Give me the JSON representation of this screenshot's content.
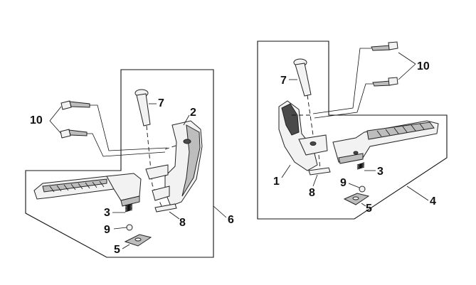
{
  "diagram": {
    "left_assembly": {
      "callouts": {
        "bolt": "10",
        "pin": "7",
        "bracket": "2",
        "spring": "3",
        "ball": "9",
        "plate": "5",
        "washer": "8",
        "assembly": "6"
      }
    },
    "right_assembly": {
      "callouts": {
        "bolt": "10",
        "pin": "7",
        "bracket": "1",
        "washer": "8",
        "spring": "3",
        "ball": "9",
        "plate": "5",
        "assembly": "4"
      }
    }
  }
}
